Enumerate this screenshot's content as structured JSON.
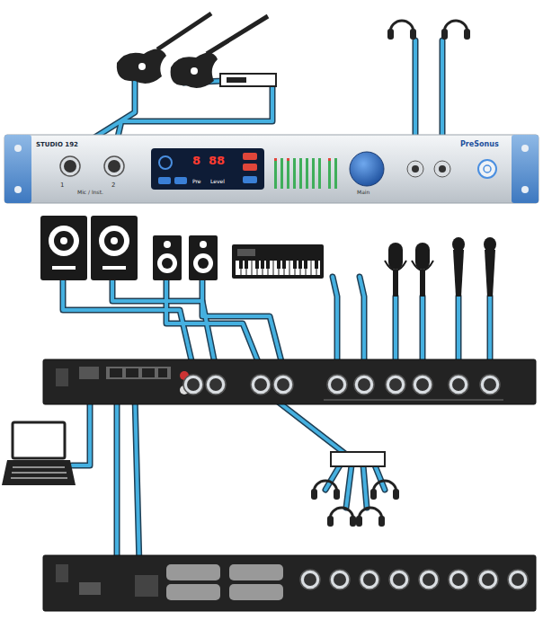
{
  "diagram": {
    "labels": [
      "STUDIO 192",
      "1",
      "Mic / Inst.",
      "2",
      "8",
      "88",
      "Pre",
      "Level",
      "Main",
      "PreSonus"
    ]
  }
}
